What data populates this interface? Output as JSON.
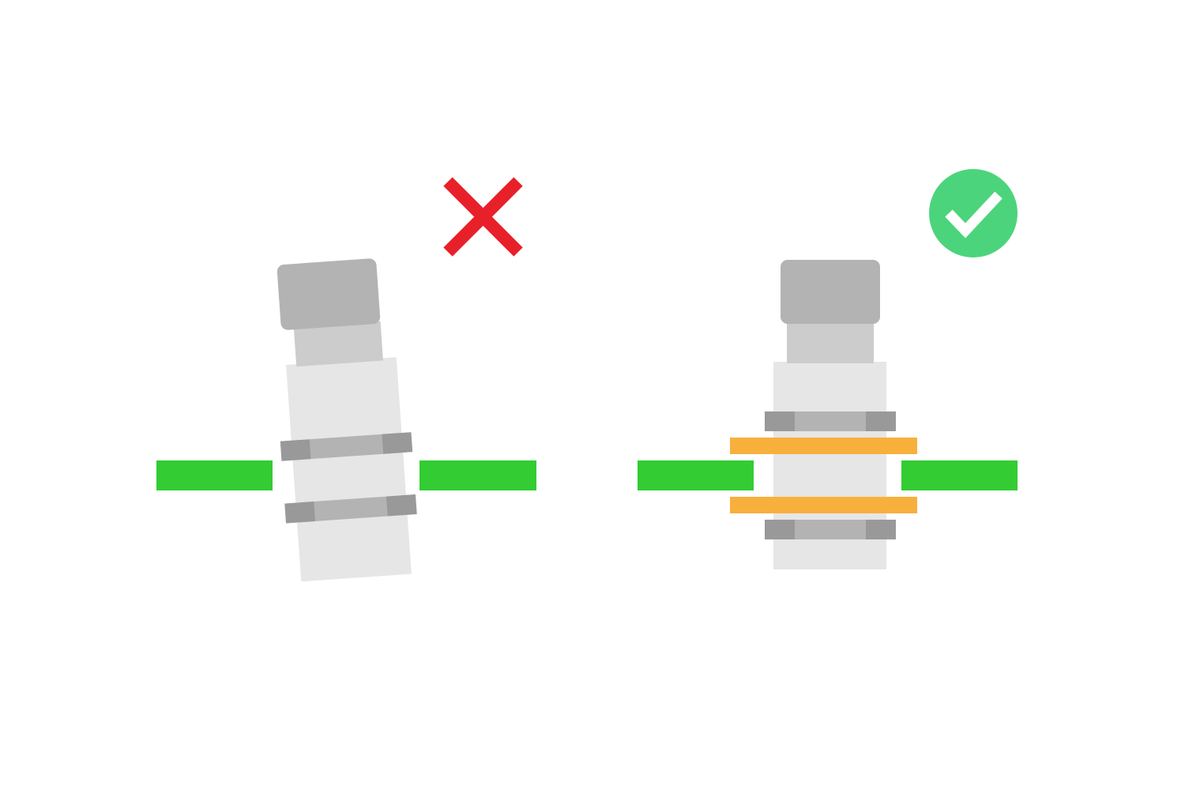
{
  "panels": [
    {
      "id": "incorrect",
      "verdict": "incorrect",
      "verdict_icon": "red-x-icon",
      "sensor_tilted": true,
      "spacers_present": false
    },
    {
      "id": "correct",
      "verdict": "correct",
      "verdict_icon": "green-checkmark-icon",
      "sensor_tilted": false,
      "spacers_present": true
    }
  ],
  "colors": {
    "background": "#ffffff",
    "mounting_plate": "#33cc33",
    "spacer": "#f7b03c",
    "sensor_cap": "#b3b3b3",
    "sensor_neck": "#cccccc",
    "sensor_body": "#e6e6e6",
    "nut_end": "#999999",
    "nut_middle": "#b3b3b3",
    "cross_mark": "#e8202a",
    "check_circle": "#4cd47c",
    "check_mark": "#ffffff"
  }
}
